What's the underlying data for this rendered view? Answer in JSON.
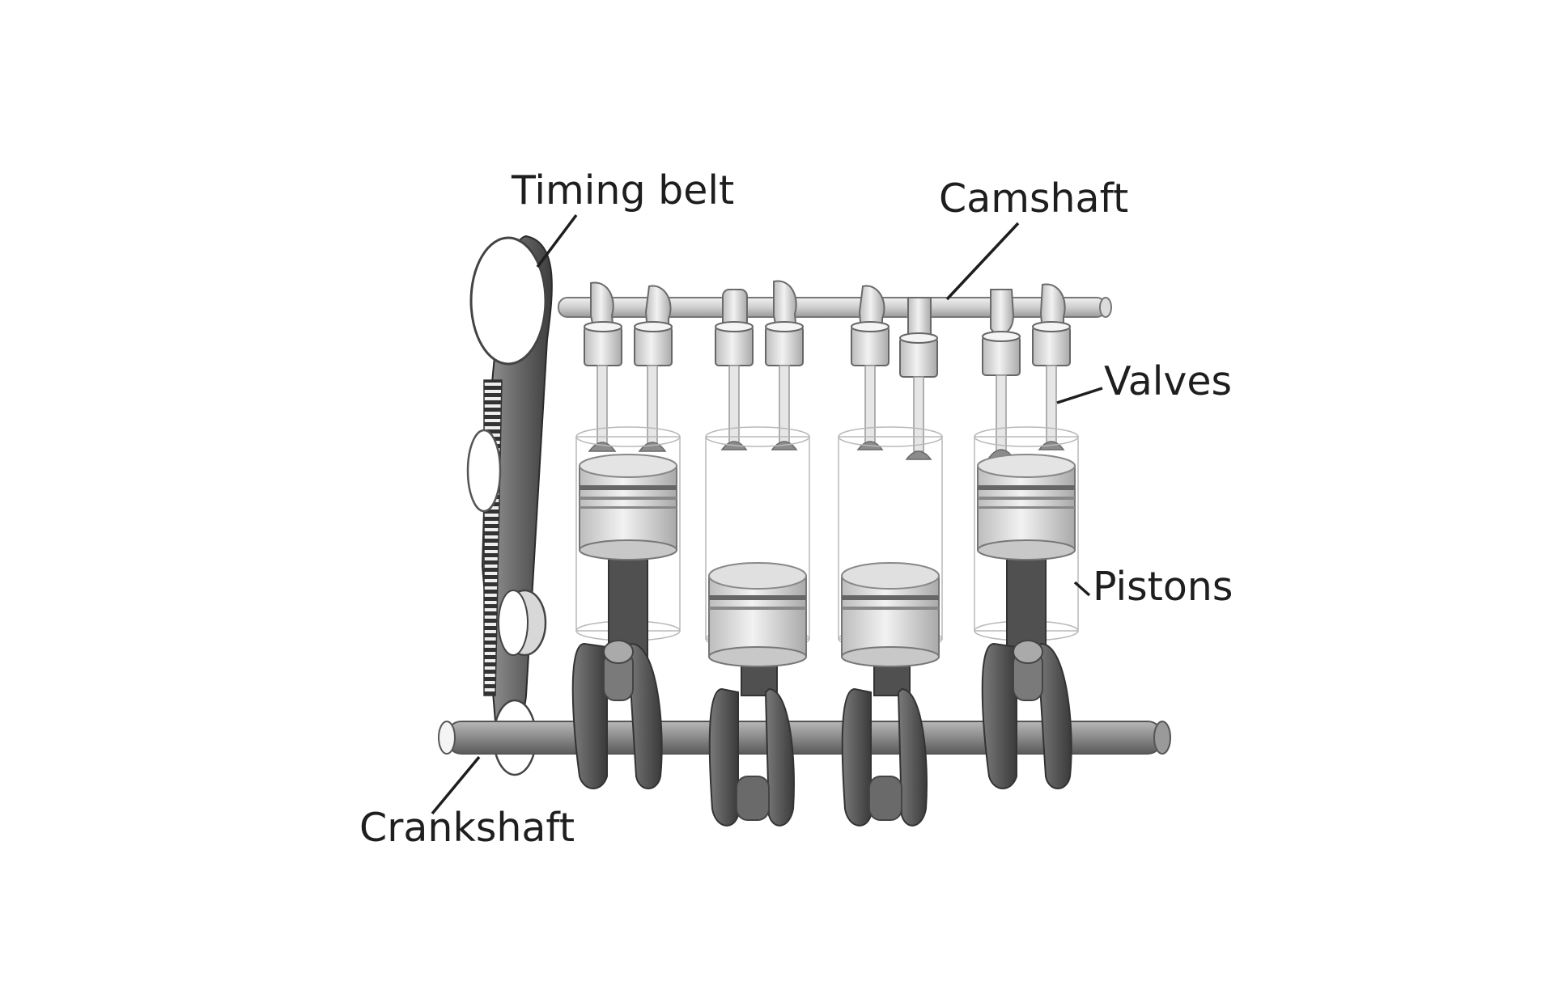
{
  "diagram": {
    "labels": {
      "timing_belt": "Timing belt",
      "camshaft": "Camshaft",
      "valves": "Valves",
      "pistons": "Pistons",
      "crankshaft": "Crankshaft"
    },
    "components": {
      "cylinder_count": 4,
      "valves_per_cylinder": 2,
      "cam_lobe_count": 8,
      "piston_positions": [
        "up",
        "down",
        "down",
        "up"
      ]
    }
  }
}
